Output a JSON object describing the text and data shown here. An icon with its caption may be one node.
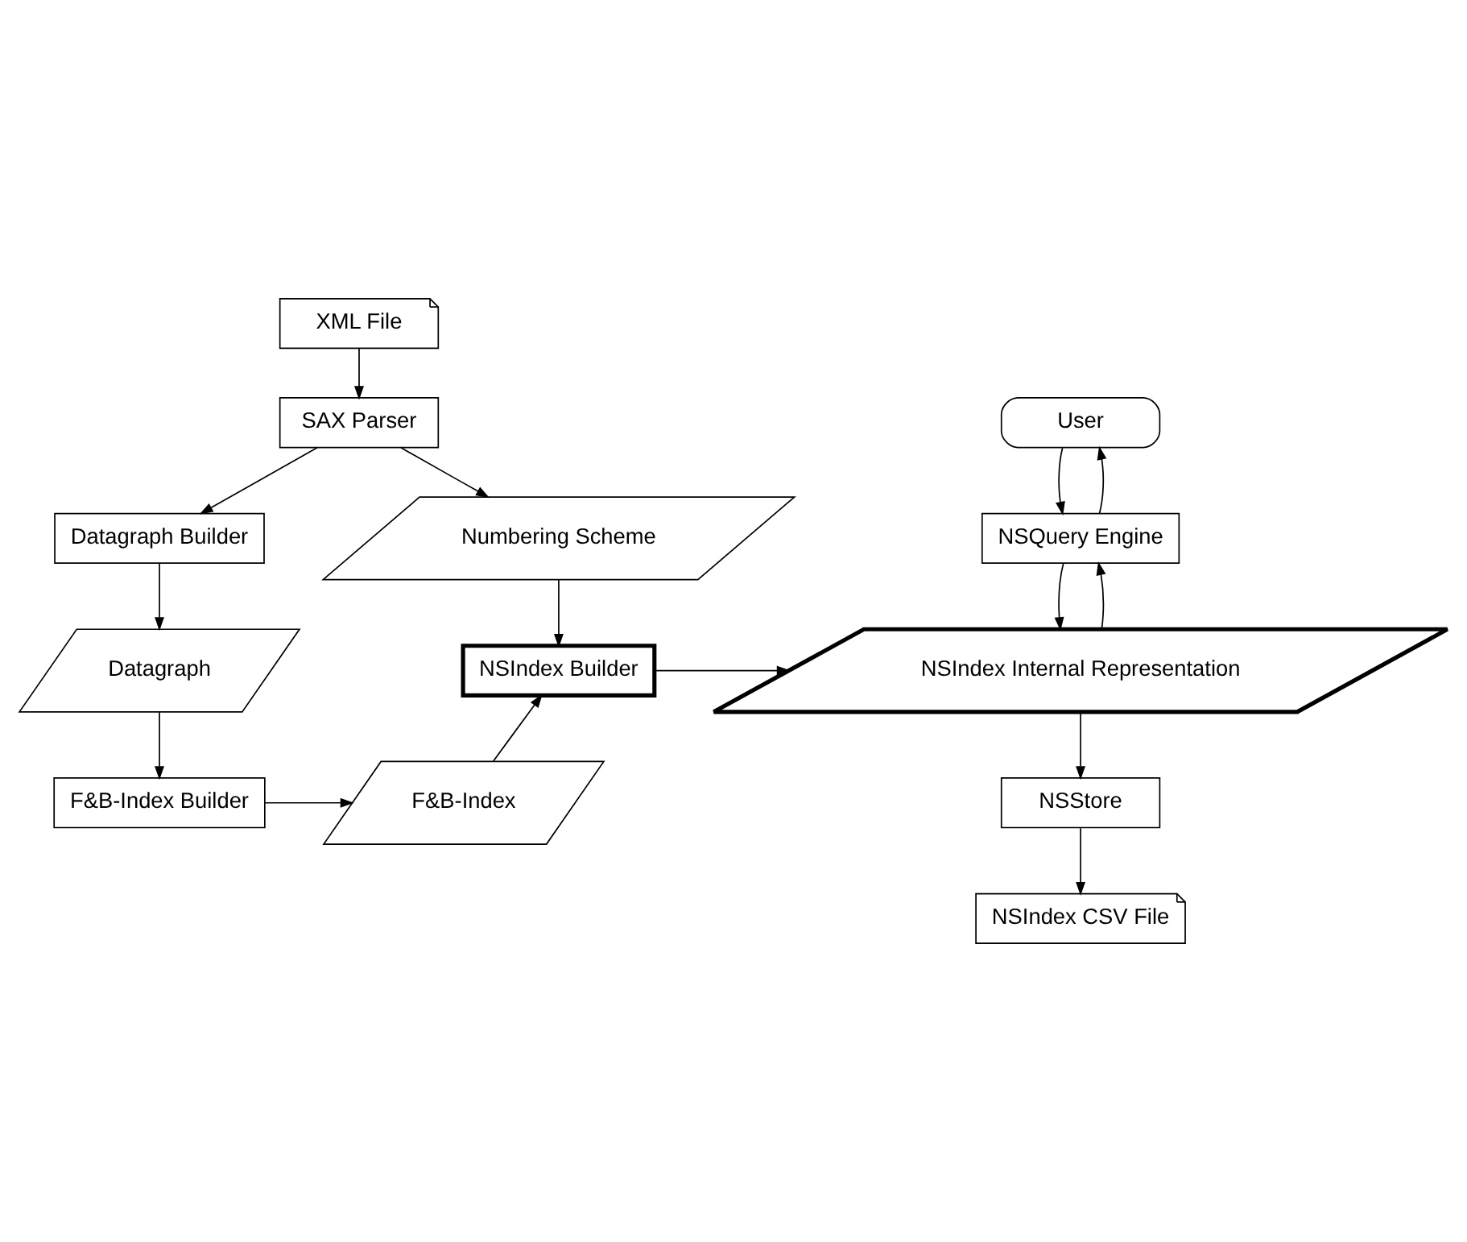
{
  "diagram": {
    "nodes": [
      {
        "text": [
          "XML File"
        ]
      },
      {
        "text": [
          "SAX Parser"
        ]
      },
      {
        "text": [
          "Datagraph Builder"
        ]
      },
      {
        "text": [
          "Numbering Scheme"
        ]
      },
      {
        "text": [
          "Datagraph"
        ]
      },
      {
        "text": [
          "NSIndex Builder"
        ]
      },
      {
        "text": [
          "F&B-Index Builder"
        ]
      },
      {
        "text": [
          "F&B-Index"
        ]
      },
      {
        "text": [
          "User"
        ]
      },
      {
        "text": [
          "NSQuery Engine"
        ]
      },
      {
        "text": [
          "NSIndex Internal Representation"
        ]
      },
      {
        "text": [
          "NSStore"
        ]
      },
      {
        "text": [
          "NSIndex CSV File"
        ]
      }
    ],
    "edges": [
      {
        "from": 0,
        "to": 1,
        "arrow": "to"
      },
      {
        "from": 1,
        "to": 2,
        "arrow": "to"
      },
      {
        "from": 1,
        "to": 3,
        "arrow": "to"
      },
      {
        "from": 2,
        "to": 4,
        "arrow": "to"
      },
      {
        "from": 4,
        "to": 6,
        "arrow": "to"
      },
      {
        "from": 6,
        "to": 7,
        "arrow": "to"
      },
      {
        "from": 7,
        "to": 5,
        "arrow": "to"
      },
      {
        "from": 3,
        "to": 5,
        "arrow": "to"
      },
      {
        "from": 5,
        "to": 10,
        "arrow": "to"
      },
      {
        "from": 8,
        "to": 9,
        "arrow": "to"
      },
      {
        "from": 9,
        "to": 8,
        "arrow": "to"
      },
      {
        "from": 9,
        "to": 10,
        "arrow": "to"
      },
      {
        "from": 10,
        "to": 9,
        "arrow": "to"
      },
      {
        "from": 10,
        "to": 11,
        "arrow": "to"
      },
      {
        "from": 11,
        "to": 12,
        "arrow": "to"
      }
    ]
  }
}
